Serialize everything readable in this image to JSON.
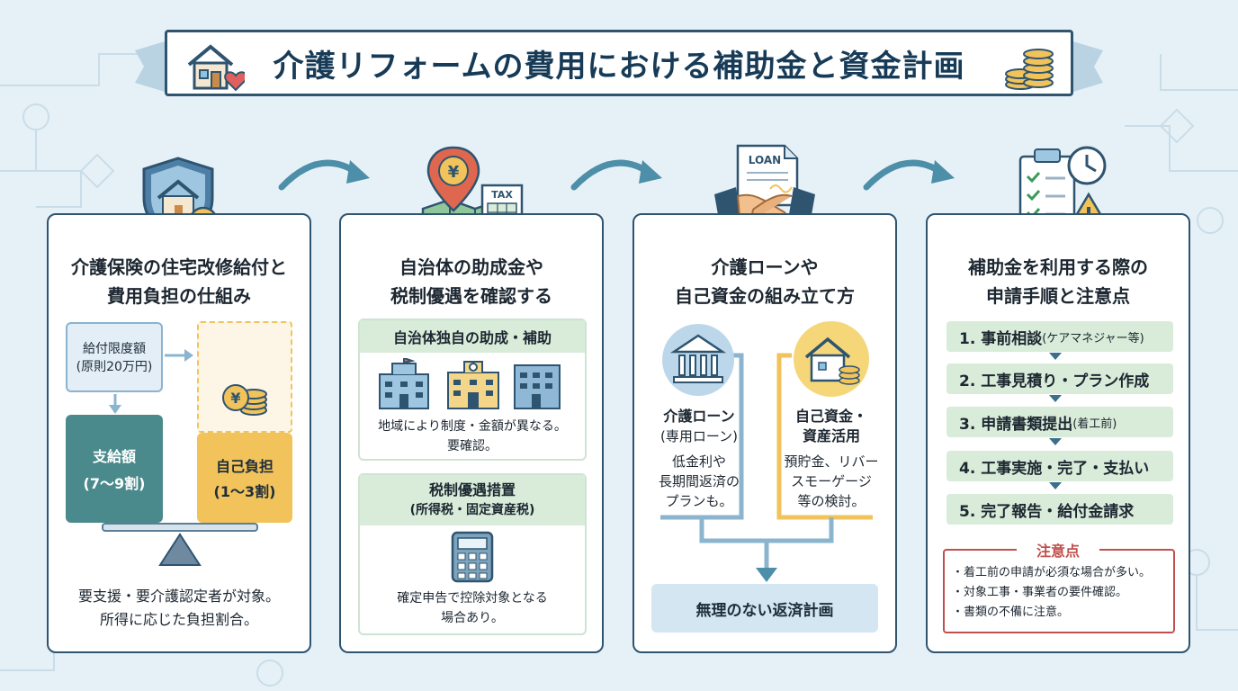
{
  "title": "介護リフォームの費用における補助金と資金計画",
  "colors": {
    "navy": "#2e5470",
    "teal": "#4a8a8c",
    "gold": "#f1c35a",
    "light_blue": "#d3e6f1",
    "light_green": "#d8ecd9",
    "warning_red": "#c0504d"
  },
  "cards": [
    {
      "icon": "shield-house-check-icon",
      "title_line1": "介護保険の住宅改修給付と",
      "title_line2": "費用負担の仕組み",
      "limit_line1": "給付限度額",
      "limit_line2": "(原則20万円)",
      "paid_line1": "支給額",
      "paid_line2": "(7〜9割)",
      "self_line1": "自己負担",
      "self_line2": "(1〜3割)",
      "foot_line1": "要支援・要介護認定者が対象。",
      "foot_line2": "所得に応じた負担割合。"
    },
    {
      "icon": "map-pin-yen-tax-icon",
      "title_line1": "自治体の助成金や",
      "title_line2": "税制優遇を確認する",
      "panel1_head": "自治体独自の助成・補助",
      "panel1_line1": "地域により制度・金額が異なる。",
      "panel1_line2": "要確認。",
      "panel2_head_line1": "税制優遇措置",
      "panel2_head_line2": "(所得税・固定資産税)",
      "panel2_line1": "確定申告で控除対象となる",
      "panel2_line2": "場合あり。"
    },
    {
      "icon": "handshake-loan-icon",
      "loan_doc_label": "LOAN",
      "title_line1": "介護ローンや",
      "title_line2": "自己資金の組み立て方",
      "left_line1": "介護ローン",
      "left_line2": "(専用ローン)",
      "left_line3": "低金利や",
      "left_line4": "長期間返済の",
      "left_line5": "プランも。",
      "right_line1": "自己資金・",
      "right_line2": "資産活用",
      "right_line3": "預貯金、リバー",
      "right_line4": "スモーゲージ",
      "right_line5": "等の検討。",
      "result": "無理のない返済計画"
    },
    {
      "icon": "clipboard-clock-warning-icon",
      "title_line1": "補助金を利用する際の",
      "title_line2": "申請手順と注意点",
      "steps": [
        {
          "main": "1. 事前相談",
          "sub": "(ケアマネジャー等)"
        },
        {
          "main": "2. 工事見積り・プラン作成",
          "sub": ""
        },
        {
          "main": "3. 申請書類提出",
          "sub": "(着工前)"
        },
        {
          "main": "4. 工事実施・完了・支払い",
          "sub": ""
        },
        {
          "main": "5. 完了報告・給付金請求",
          "sub": ""
        }
      ],
      "caution_head": "注意点",
      "caution_items": [
        "・着工前の申請が必須な場合が多い。",
        "・対象工事・事業者の要件確認。",
        "・書類の不備に注意。"
      ]
    }
  ],
  "card2_tax_label": "TAX"
}
